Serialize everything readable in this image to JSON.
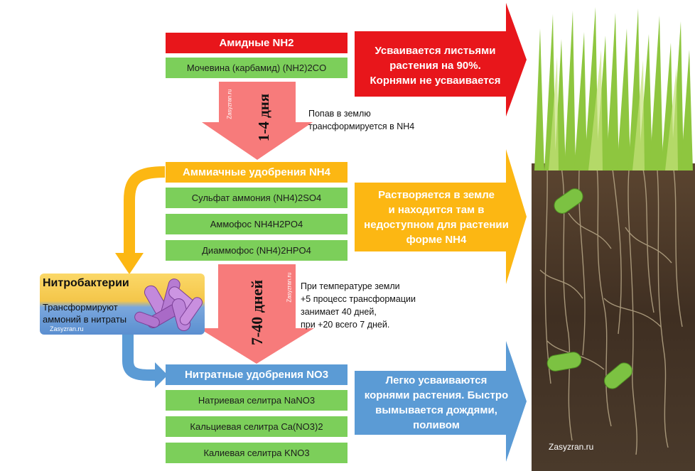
{
  "groups": [
    {
      "header": "Амидные NH2",
      "items": [
        "Мочевина (карбамид) (NH2)2CO"
      ],
      "arrow_lines": [
        "Усваивается листьями",
        "растения на 90%.",
        "Корнями не усваивается"
      ],
      "colors": {
        "header": "#e8161b",
        "arrow": "#e8161b"
      }
    },
    {
      "header": "Аммиачные удобрения NH4",
      "items": [
        "Сульфат аммония (NH4)2SO4",
        "Аммофос NH4H2PO4",
        "Диаммофос (NH4)2HPO4"
      ],
      "arrow_lines": [
        "Растворяется в земле",
        "и находится там в",
        "недоступном для растении",
        "форме NH4"
      ],
      "colors": {
        "header": "#fcb713",
        "arrow": "#fcb713"
      }
    },
    {
      "header": "Нитратные удобрения NO3",
      "items": [
        "Натриевая селитра NaNO3",
        "Кальциевая селитра Ca(NO3)2",
        "Калиевая селитра KNO3"
      ],
      "arrow_lines": [
        "Легко усваиваются",
        "корнями растения. Быстро",
        "вымывается дождями,",
        "поливом"
      ],
      "colors": {
        "header": "#5b9bd5",
        "arrow": "#5b9bd5"
      }
    }
  ],
  "transitions": [
    {
      "duration": "1-4 дня",
      "watermark": "Zasyzran.ru",
      "note_lines": [
        "Попав в землю",
        "трансформируется в NH4"
      ]
    },
    {
      "duration": "7-40 дней",
      "watermark": "Zasyzran.ru",
      "note_lines": [
        "При температуре земли",
        "+5 процесс трансформации",
        "занимает 40 дней,",
        "при +20 всего  7 дней."
      ]
    }
  ],
  "bacteria": {
    "title": "Нитробактерии",
    "text_lines": [
      "Трансформируют",
      "аммоний в нитраты"
    ],
    "watermark": "Zasyzran.ru"
  },
  "photo": {
    "watermark": "Zasyzran.ru"
  },
  "colors": {
    "green_item": "#7ccf5a",
    "transition_arrow": "#f77b7b",
    "soil": "#4a3728",
    "grass": "#7fbf2a"
  }
}
